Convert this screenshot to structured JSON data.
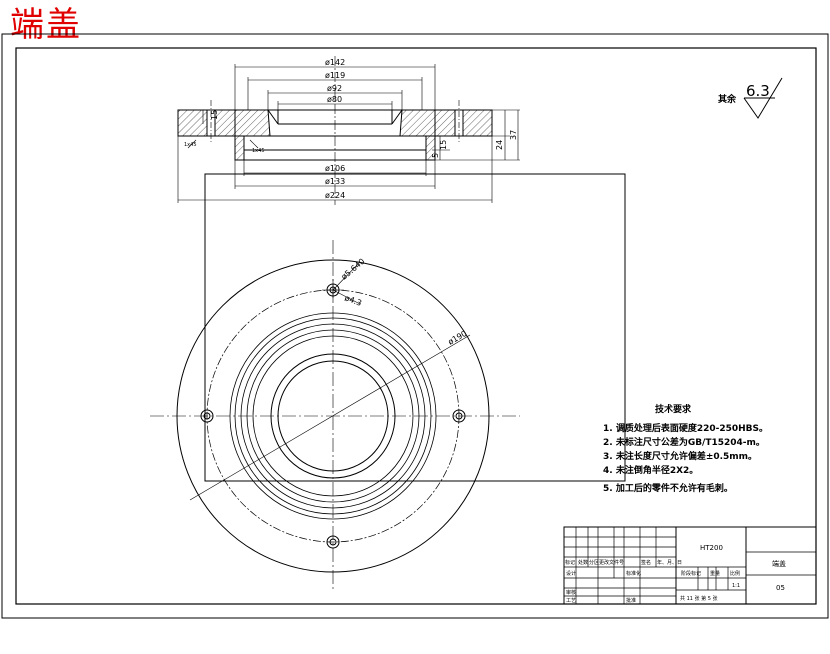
{
  "title": "端盖",
  "dims": {
    "d142": "ø142",
    "d119": "ø119",
    "d92": "ø92",
    "d80": "ø80",
    "d106": "ø106",
    "d133": "ø133",
    "d224": "ø224",
    "h15": "15",
    "h5": "5",
    "h15b": "15",
    "h24": "24",
    "h37": "37",
    "c1": "1x45",
    "c2": "1x45",
    "hole_big": "ø5.640",
    "hole_small": "ø4.3",
    "pcd": "ø190"
  },
  "roughness": {
    "label": "其余",
    "value": "6.3"
  },
  "notes": {
    "heading": "技术要求",
    "items": [
      "1. 调质处理后表面硬度220-250HBS。",
      "2. 未标注尺寸公差为GB/T15204-m。",
      "3. 未注长度尺寸允许偏差±0.5mm。",
      "4. 未注倒角半径2X2。",
      "5. 加工后的零件不允许有毛刺。"
    ]
  },
  "title_block": {
    "material": "HT200",
    "part_name": "端盖",
    "drawing_no": "05",
    "scale": "1:1",
    "row_labels": [
      "标记",
      "处数",
      "分区",
      "更改文件号",
      "签名",
      "年、月、日"
    ],
    "sheet_text": "共 11 张   第 5 张",
    "design_label": "设计",
    "std_label": "标准化",
    "check_label": "审核",
    "process_label": "工艺",
    "approve_label": "批准",
    "stage_label": "阶段标记",
    "weight_label": "重量",
    "ratio_label": "比例"
  }
}
